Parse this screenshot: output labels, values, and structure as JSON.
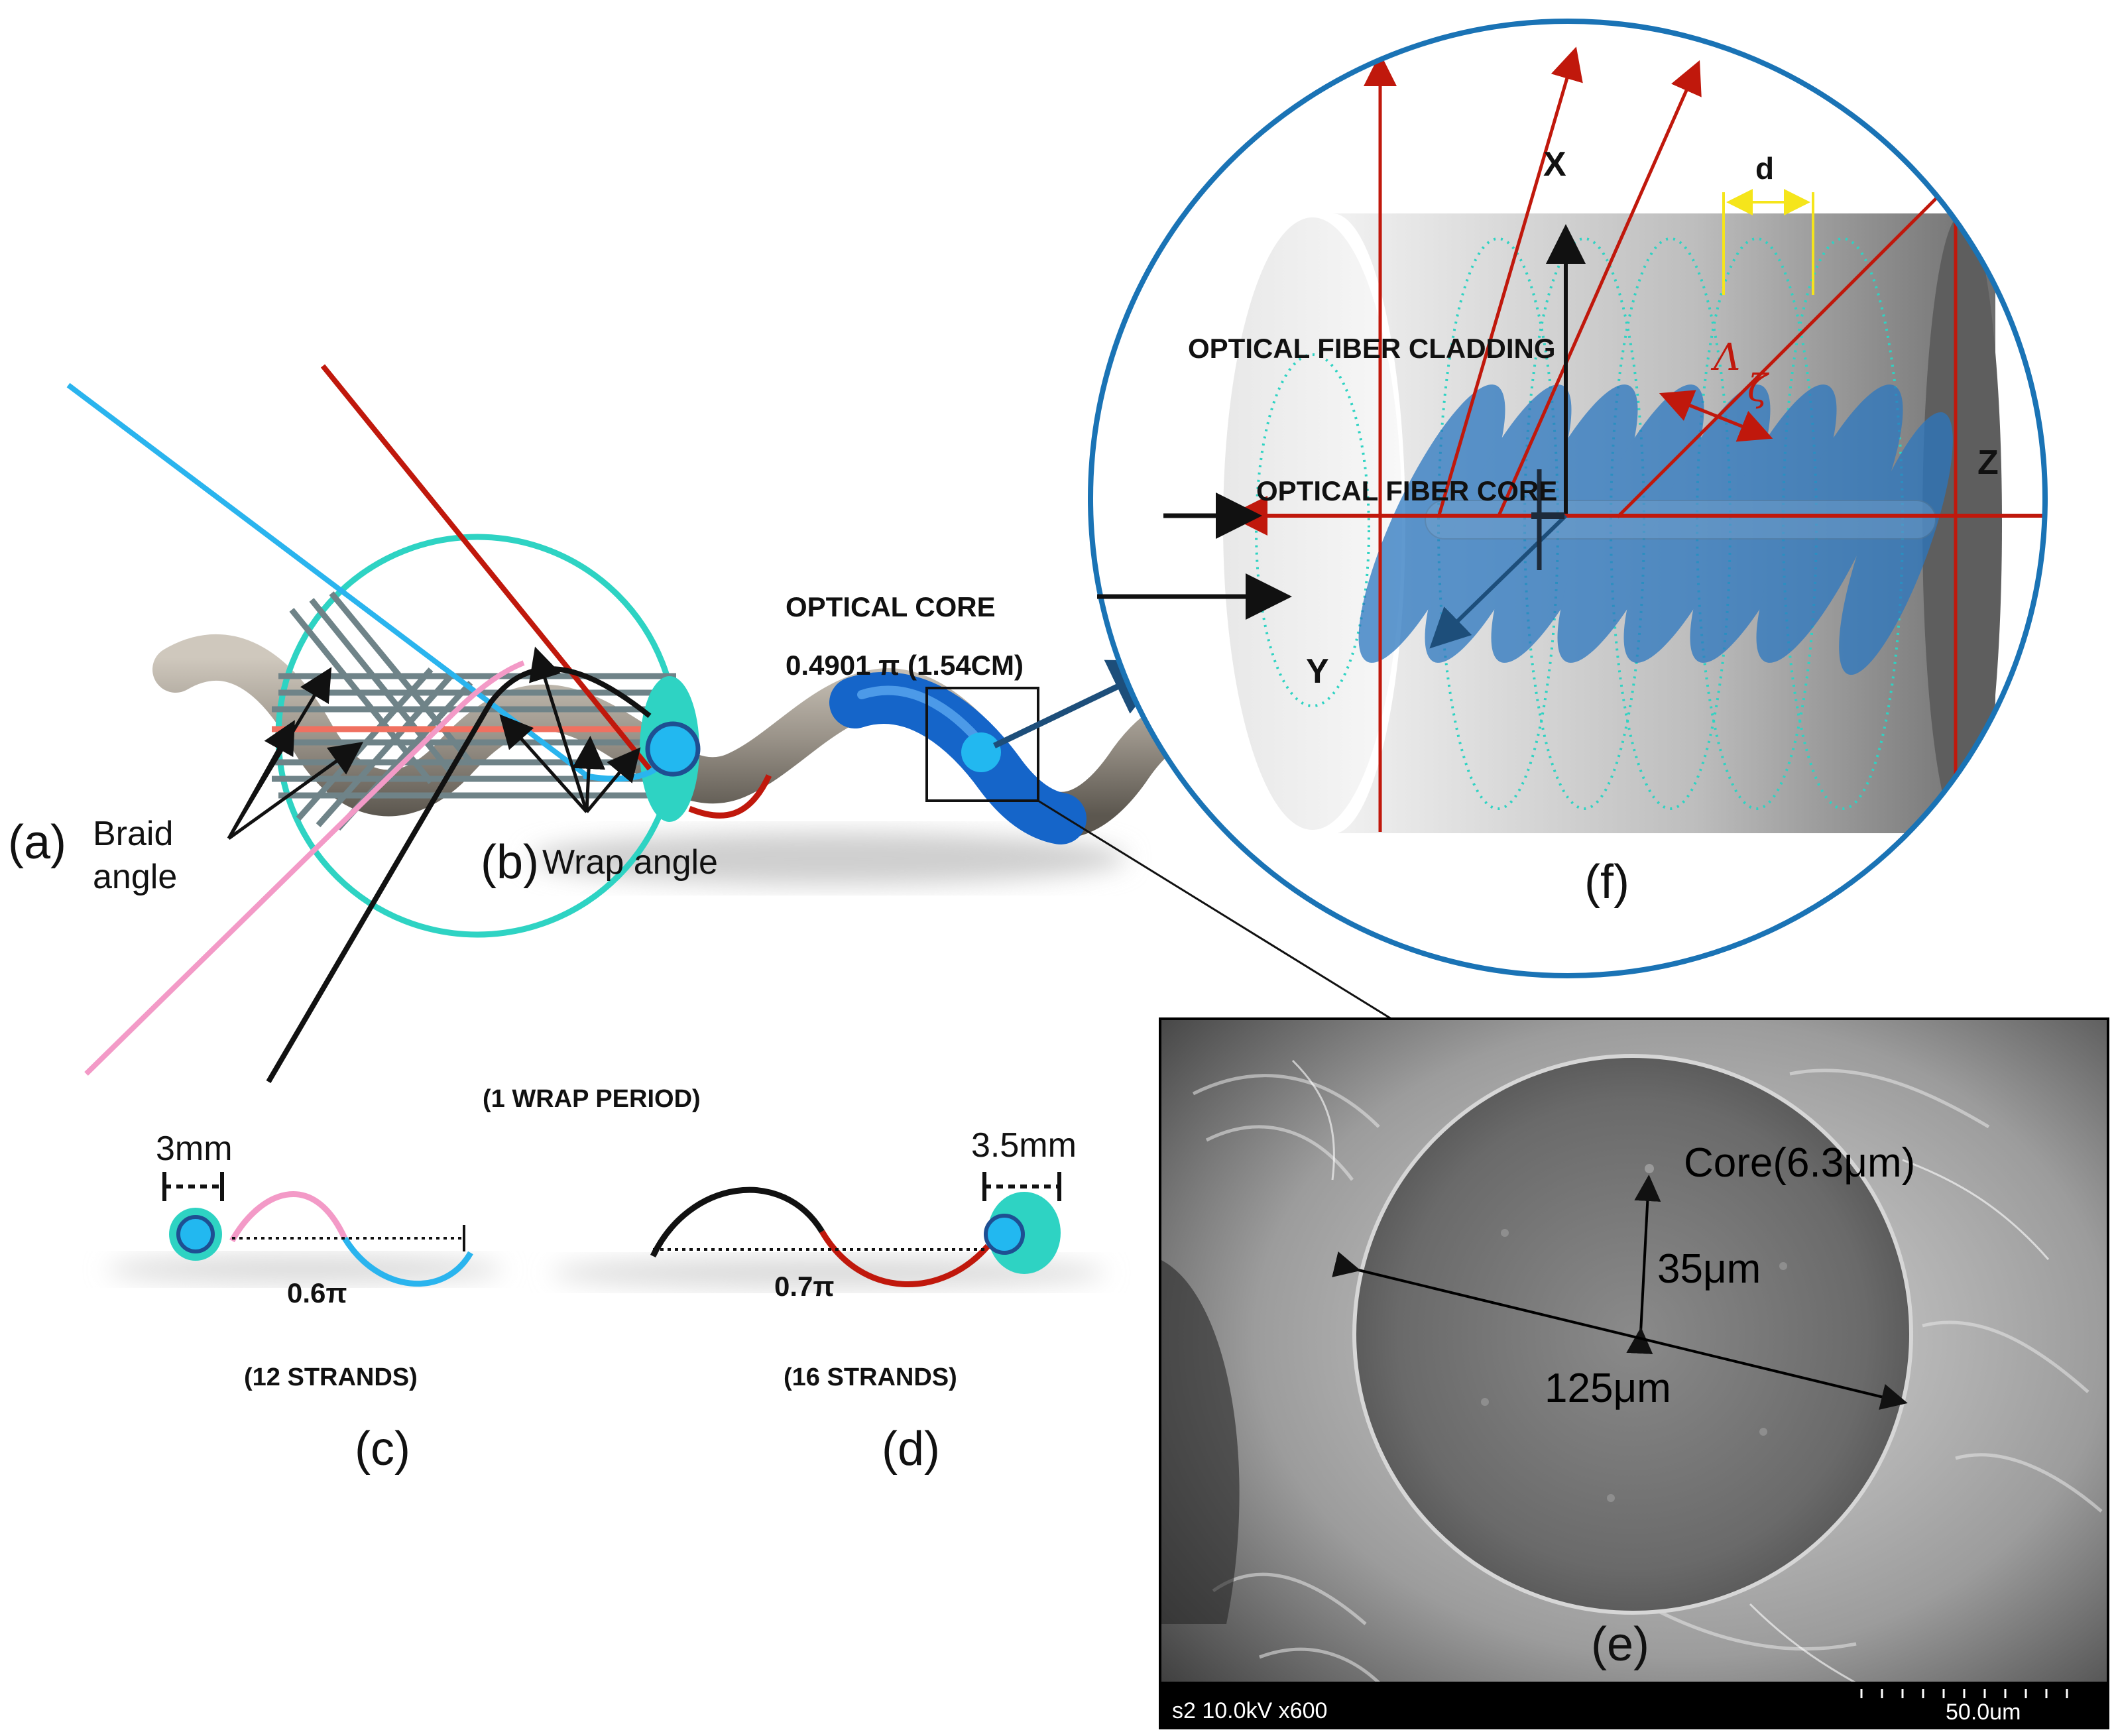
{
  "labels": {
    "panel_a": "(a)",
    "panel_b": "(b)",
    "panel_c": "(c)",
    "panel_d": "(d)",
    "panel_e": "(e)",
    "panel_f": "(f)",
    "braid_line1": "Braid",
    "braid_line2": "angle",
    "wrap_angle": "Wrap angle",
    "optical_core": "OPTICAL CORE",
    "core_length": "0.4901 π (1.54CM)",
    "wrap_period": "(1 WRAP PERIOD)",
    "dim_3mm": "3mm",
    "dim_35mm": "3.5mm",
    "phase_06": "0.6π",
    "phase_07": "0.7π",
    "strands_12": "(12 STRANDS)",
    "strands_16": "(16 STRANDS)",
    "cladding": "OPTICAL FIBER CLADDING",
    "fiber_core": "OPTICAL FIBER CORE",
    "axis_x": "X",
    "axis_y": "Y",
    "axis_z": "Z",
    "spacing_d": "d",
    "lambda": "Λ",
    "zeta": "ζ",
    "sem_core": "Core(6.3μm)",
    "sem_35": "35μm",
    "sem_125": "125μm",
    "sem_footer_left": "s2 10.0kV x600",
    "sem_footer_right": "50.0um"
  },
  "colors": {
    "cyan_circle": "#2ed3c3",
    "blue_frame": "#1a73b5",
    "red_line": "#c0180c",
    "pink_line": "#f39ac7",
    "light_blue_line": "#2ab4ee",
    "core_blue": "#1565c9",
    "yellow_marker": "#f5e51b"
  }
}
